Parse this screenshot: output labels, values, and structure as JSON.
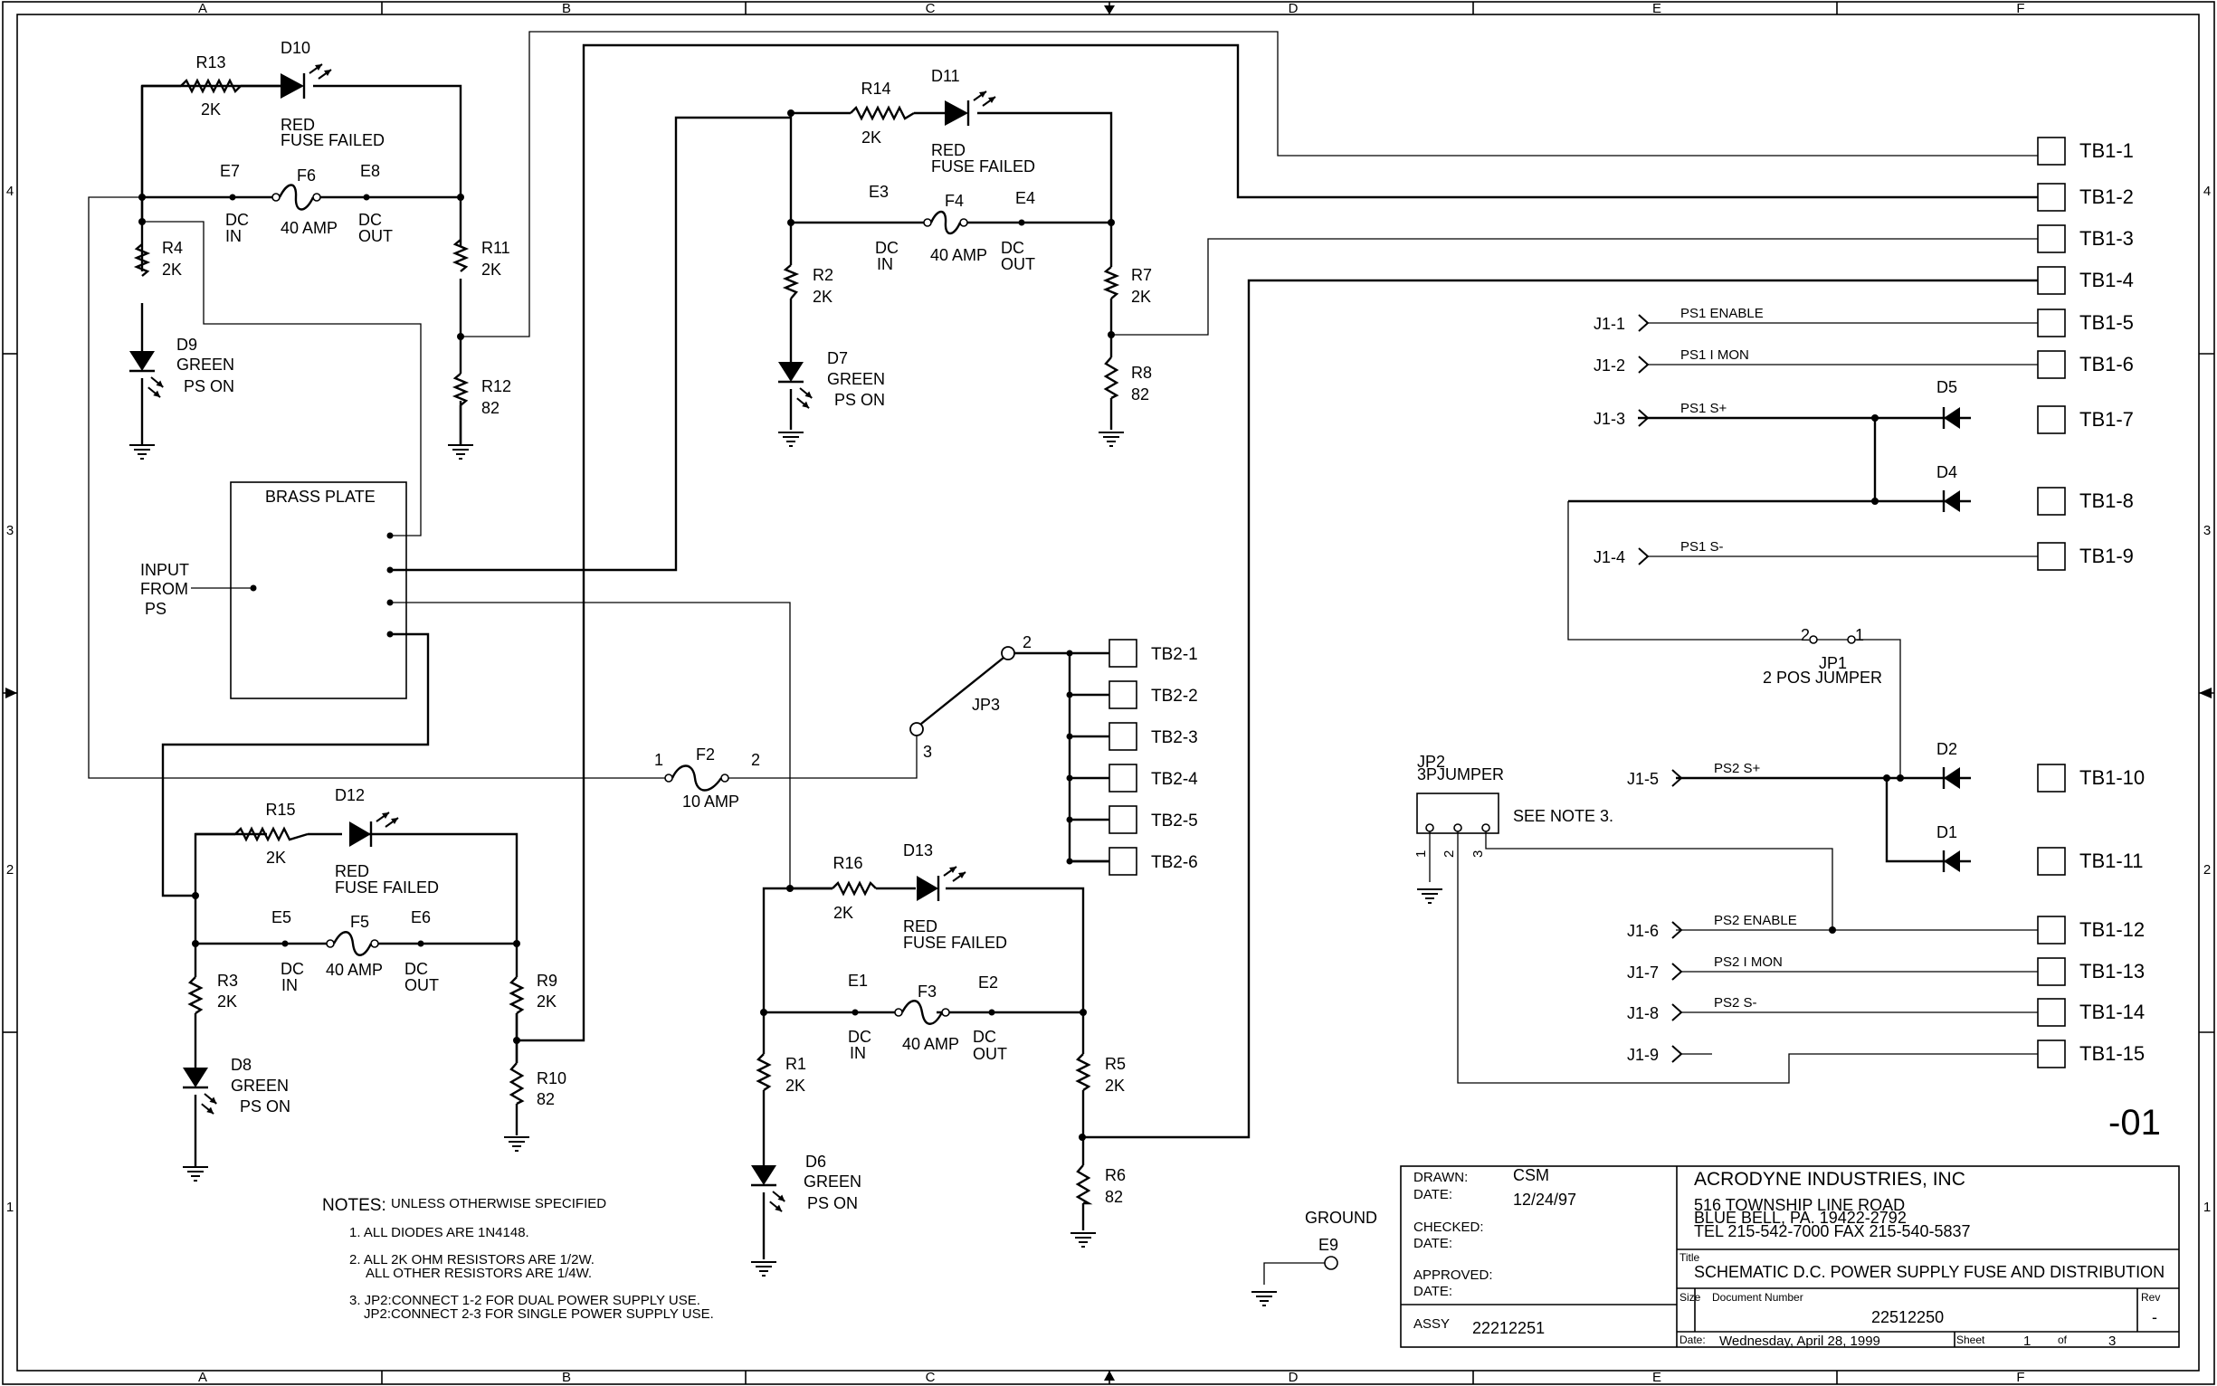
{
  "frame": {
    "columns": [
      "A",
      "B",
      "C",
      "D",
      "E",
      "F"
    ],
    "rows": [
      "4",
      "3",
      "2",
      "1"
    ]
  },
  "components": {
    "R13": {
      "ref": "R13",
      "value": "2K"
    },
    "R14": {
      "ref": "R14",
      "value": "2K"
    },
    "R15": {
      "ref": "R15",
      "value": "2K"
    },
    "R16": {
      "ref": "R16",
      "value": "2K"
    },
    "R4": {
      "ref": "R4",
      "value": "2K"
    },
    "R2": {
      "ref": "R2",
      "value": "2K"
    },
    "R3": {
      "ref": "R3",
      "value": "2K"
    },
    "R1": {
      "ref": "R1",
      "value": "2K"
    },
    "R11": {
      "ref": "R11",
      "value": "2K"
    },
    "R7": {
      "ref": "R7",
      "value": "2K"
    },
    "R9": {
      "ref": "R9",
      "value": "2K"
    },
    "R5": {
      "ref": "R5",
      "value": "2K"
    },
    "R12": {
      "ref": "R12",
      "value": "82"
    },
    "R8": {
      "ref": "R8",
      "value": "82"
    },
    "R10": {
      "ref": "R10",
      "value": "82"
    },
    "R6": {
      "ref": "R6",
      "value": "82"
    },
    "D10": {
      "ref": "D10",
      "line1": "RED",
      "line2": "FUSE FAILED"
    },
    "D11": {
      "ref": "D11",
      "line1": "RED",
      "line2": "FUSE FAILED"
    },
    "D12": {
      "ref": "D12",
      "line1": "RED",
      "line2": "FUSE FAILED"
    },
    "D13": {
      "ref": "D13",
      "line1": "RED",
      "line2": "FUSE FAILED"
    },
    "D9": {
      "ref": "D9",
      "line1": "GREEN",
      "line2": "PS ON"
    },
    "D7": {
      "ref": "D7",
      "line1": "GREEN",
      "line2": "PS ON"
    },
    "D8": {
      "ref": "D8",
      "line1": "GREEN",
      "line2": "PS ON"
    },
    "D6": {
      "ref": "D6",
      "line1": "GREEN",
      "line2": "PS ON"
    },
    "F6": {
      "ref": "F6",
      "value": "40 AMP",
      "e_in": "E7",
      "e_out": "E8"
    },
    "F4": {
      "ref": "F4",
      "value": "40 AMP",
      "e_in": "E3",
      "e_out": "E4"
    },
    "F5": {
      "ref": "F5",
      "value": "40 AMP",
      "e_in": "E5",
      "e_out": "E6"
    },
    "F3": {
      "ref": "F3",
      "value": "40 AMP",
      "e_in": "E1",
      "e_out": "E2"
    },
    "F2": {
      "ref": "F2",
      "value": "10 AMP",
      "pin1": "1",
      "pin2": "2"
    },
    "D1": {
      "ref": "D1"
    },
    "D2": {
      "ref": "D2"
    },
    "D4": {
      "ref": "D4"
    },
    "D5": {
      "ref": "D5"
    },
    "JP3": {
      "ref": "JP3",
      "pin2": "2",
      "pin3": "3"
    },
    "JP1": {
      "ref": "JP1",
      "desc": "2 POS JUMPER",
      "pin1": "1",
      "pin2": "2"
    },
    "JP2": {
      "ref": "JP2",
      "desc": "3PJUMPER",
      "note": "SEE NOTE 3.",
      "pins": [
        "1",
        "2",
        "3"
      ]
    },
    "ground": {
      "label": "GROUND",
      "ref": "E9"
    }
  },
  "labels": {
    "dc_in_1": "DC",
    "dc_in_2": "IN",
    "dc_out_1": "DC",
    "dc_out_2": "OUT",
    "brass_plate": "BRASS PLATE",
    "input_1": "INPUT",
    "input_2": "FROM",
    "input_3": "PS",
    "variant": "-01"
  },
  "tb1": [
    "TB1-1",
    "TB1-2",
    "TB1-3",
    "TB1-4",
    "TB1-5",
    "TB1-6",
    "TB1-7",
    "TB1-8",
    "TB1-9",
    "TB1-10",
    "TB1-11",
    "TB1-12",
    "TB1-13",
    "TB1-14",
    "TB1-15"
  ],
  "tb2": [
    "TB2-1",
    "TB2-2",
    "TB2-3",
    "TB2-4",
    "TB2-5",
    "TB2-6"
  ],
  "j1": [
    {
      "pin": "J1-1",
      "signal": "PS1 ENABLE"
    },
    {
      "pin": "J1-2",
      "signal": "PS1 I MON"
    },
    {
      "pin": "J1-3",
      "signal": "PS1 S+"
    },
    {
      "pin": "J1-4",
      "signal": "PS1 S-"
    },
    {
      "pin": "J1-5",
      "signal": "PS2 S+"
    },
    {
      "pin": "J1-6",
      "signal": "PS2 ENABLE"
    },
    {
      "pin": "J1-7",
      "signal": "PS2 I MON"
    },
    {
      "pin": "J1-8",
      "signal": "PS2 S-"
    },
    {
      "pin": "J1-9",
      "signal": ""
    }
  ],
  "notes": {
    "heading": "NOTES:",
    "subheading": "UNLESS OTHERWISE SPECIFIED",
    "n1": "1. ALL DIODES ARE 1N4148.",
    "n2a": "2. ALL 2K OHM RESISTORS ARE 1/2W.",
    "n2b": "ALL OTHER RESISTORS ARE 1/4W.",
    "n3a": "3.  JP2:CONNECT 1-2 FOR DUAL POWER SUPPLY USE.",
    "n3b": "JP2:CONNECT 2-3 FOR SINGLE POWER SUPPLY USE."
  },
  "title_block": {
    "drawn_label": "DRAWN:",
    "drawn_value": "CSM",
    "date_label": "DATE:",
    "date_value": "12/24/97",
    "checked_label": "CHECKED:",
    "checked_date_label": "DATE:",
    "approved_label": "APPROVED:",
    "approved_date_label": "DATE:",
    "assy_label": "ASSY",
    "assy_value": "22212251",
    "company": "ACRODYNE INDUSTRIES, INC",
    "address1": "516 TOWNSHIP LINE ROAD",
    "address2": "BLUE BELL, PA. 19422-2792",
    "phone": "TEL 215-542-7000 FAX 215-540-5837",
    "title_label": "Title",
    "title": "SCHEMATIC D.C. POWER SUPPLY FUSE AND DISTRIBUTION",
    "size_label": "Size",
    "doc_label": "Document Number",
    "doc_number": "22512250",
    "rev_label": "Rev",
    "rev": "-",
    "date_footer_label": "Date:",
    "date_footer": "Wednesday, April 28, 1999",
    "sheet_label": "Sheet",
    "sheet": "1",
    "of_label": "of",
    "of": "3"
  }
}
